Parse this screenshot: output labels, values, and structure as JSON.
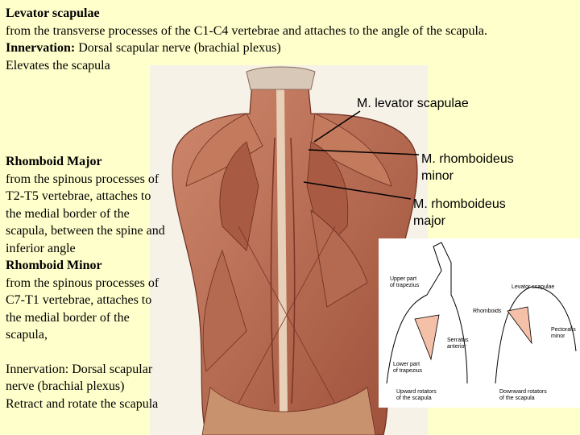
{
  "top": {
    "title": "Levator scapulae",
    "origin": "from the transverse processes of the C1-C4 vertebrae and attaches to the angle of the scapula.",
    "innervation_label": "Innervation:",
    "innervation_value": " Dorsal scapular nerve (brachial plexus)",
    "action": "Elevates the scapula"
  },
  "left": {
    "major_title": "Rhomboid Major",
    "major_lines": [
      "from the spinous processes of",
      "T2-T5 vertebrae, attaches to",
      "the medial border of the",
      "scapula, between  the spine and",
      "inferior angle"
    ],
    "minor_title": "Rhomboid Minor",
    "minor_lines": [
      "from the spinous processes of",
      "C7-T1 vertebrae, attaches to",
      "the medial border of the",
      "scapula,"
    ],
    "innervation_label": "Innervation",
    "innervation_lines": [
      ": Dorsal scapular",
      "nerve (brachial plexus)"
    ],
    "action": "Retract and rotate the scapula"
  },
  "labels": {
    "levator": "M. levator scapulae",
    "rhomboid_minor": [
      "M. rhomboideus",
      "minor"
    ],
    "rhomboid_major": [
      "M. rhomboideus",
      "major"
    ]
  },
  "sketch": {
    "upper_trap": [
      "Upper part",
      "of trapezius"
    ],
    "serratus": [
      "Serratus",
      "anterior"
    ],
    "lower_trap": [
      "Lower part",
      "of trapezius"
    ],
    "upward": [
      "Upward rotators",
      "of the scapula"
    ],
    "levator": "Levator scapulae",
    "rhomboids": "Rhomboids",
    "pectoralis": [
      "Pectoralis",
      "minor"
    ],
    "downward": [
      "Downward rotators",
      "of the scapula"
    ]
  },
  "colors": {
    "background": "#ffffcc",
    "muscle": "#b8664c",
    "sketch_bg": "#ffffff"
  }
}
